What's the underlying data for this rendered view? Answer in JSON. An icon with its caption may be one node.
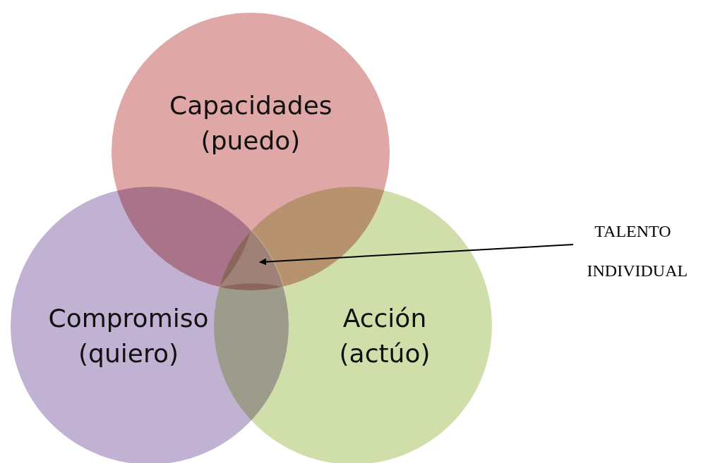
{
  "diagram": {
    "nodes": [
      {
        "text": [
          "Capacidades (puedo)"
        ]
      },
      {
        "text": [
          "Compromiso (quiero)"
        ]
      },
      {
        "text": [
          "Acción (actúo)"
        ]
      },
      {
        "text": [
          "TALENTO INDIVIDUAL"
        ]
      },
      {
        "text": [],
        "shape": "triangle"
      }
    ],
    "edges": [
      {
        "from": 3,
        "to": 4,
        "arrow": "to"
      }
    ]
  }
}
